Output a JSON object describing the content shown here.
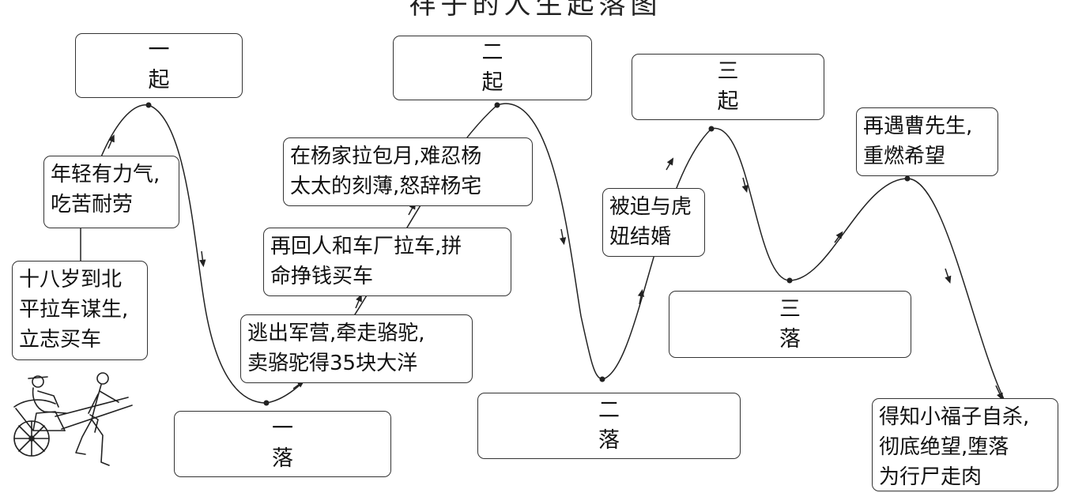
{
  "title": "祥子的人生起落图",
  "stages": {
    "rise1": {
      "n": "一",
      "w": "起"
    },
    "fall1": {
      "n": "一",
      "w": "落"
    },
    "rise2": {
      "n": "二",
      "w": "起"
    },
    "fall2": {
      "n": "二",
      "w": "落"
    },
    "rise3": {
      "n": "三",
      "w": "起"
    },
    "fall3": {
      "n": "三",
      "w": "落"
    }
  },
  "notes": {
    "start": "十八岁到北\n平拉车谋生,\n立志买车",
    "young": "年轻有力气,\n吃苦耐劳",
    "escape": "逃出军营,牵走骆驼,\n卖骆驼得35块大洋",
    "back": "再回人和车厂拉车,拼\n命挣钱买车",
    "yang": "在杨家拉包月,难忍杨\n太太的刻薄,怒辞杨宅",
    "marry": "被迫与虎\n妞结婚",
    "cao": "再遇曹先生,\n重燃希望",
    "end": "得知小福子自杀,\n彻底绝望,堕落\n为行尸走肉"
  },
  "colors": {
    "line": "#222222",
    "border": "#333333"
  },
  "icons": [
    "rickshaw-illustration"
  ]
}
